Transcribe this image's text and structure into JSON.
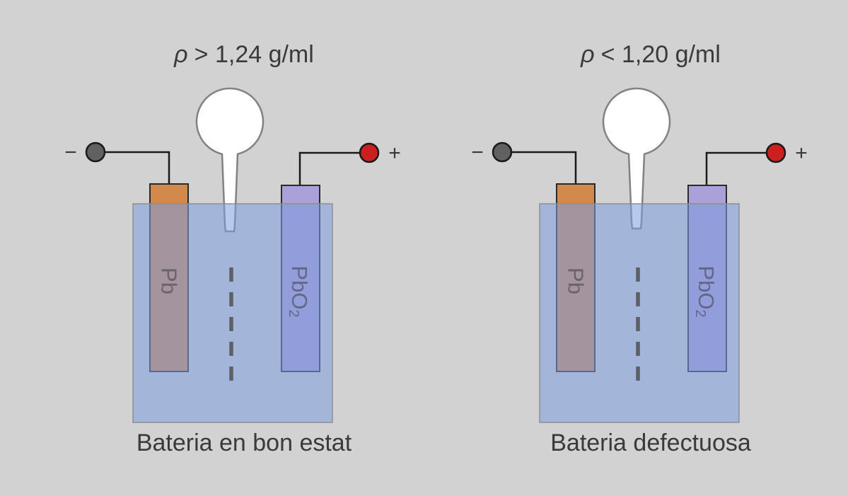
{
  "colors": {
    "background": "#d2d2d2",
    "terminal_negative": "#616161",
    "terminal_positive": "#cc1f1f",
    "electrode_pb": "#d28a4c",
    "electrode_pbo2": "#aca0d8",
    "electrolyte": "rgba(126,156,224,0.55)",
    "hydrometer_fill": "#ffffff",
    "wire": "#1a1a1a"
  },
  "panels": [
    {
      "title_symbol": "ρ",
      "title_rest": "> 1,24 g/ml",
      "caption": "Bateria en bon estat",
      "negative_sign": "−",
      "positive_sign": "+",
      "electrode_left_label": "Pb",
      "electrode_right_label": "PbO",
      "electrode_right_subscript": "2"
    },
    {
      "title_symbol": "ρ",
      "title_rest": "< 1,20 g/ml",
      "caption": "Bateria defectuosa",
      "negative_sign": "−",
      "positive_sign": "+",
      "electrode_left_label": "Pb",
      "electrode_right_label": "PbO",
      "electrode_right_subscript": "2"
    }
  ]
}
